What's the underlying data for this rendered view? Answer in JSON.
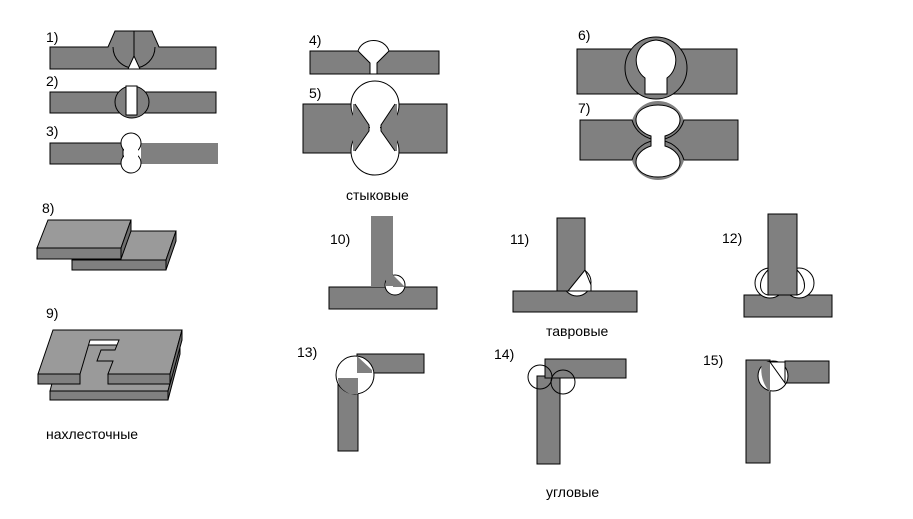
{
  "labels": [
    "1)",
    "2)",
    "3)",
    "4)",
    "5)",
    "6)",
    "7)",
    "8)",
    "9)",
    "10)",
    "11)",
    "12)",
    "13)",
    "14)",
    "15)"
  ],
  "captions": {
    "butt": "стыковые",
    "lap": "нахлесточные",
    "tee": "тавровые",
    "corner": "угловые"
  }
}
